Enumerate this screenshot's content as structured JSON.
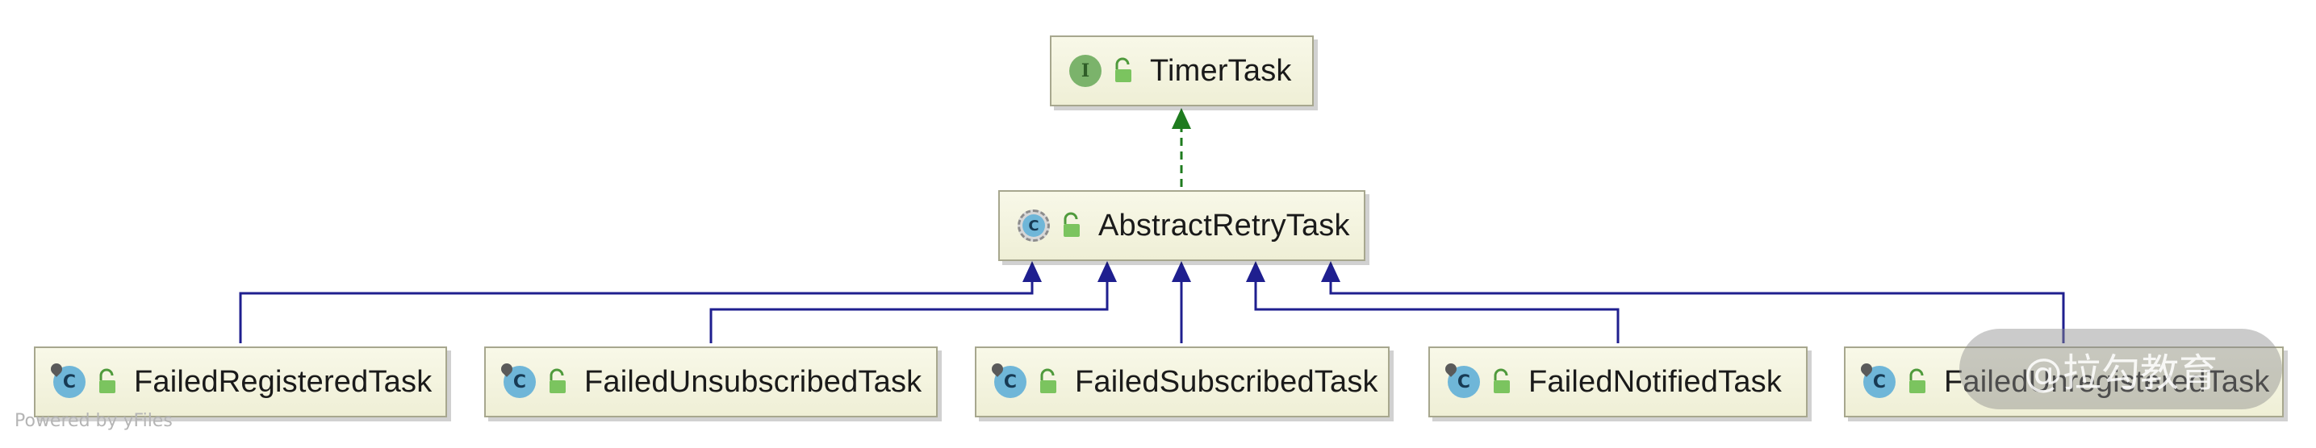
{
  "nodes": {
    "timer_task": {
      "kind": "interface",
      "badge": "I",
      "label": "TimerTask"
    },
    "abstract_retry_task": {
      "kind": "abstract-class",
      "badge": "C",
      "label": "AbstractRetryTask"
    },
    "failed_registered_task": {
      "kind": "class",
      "badge": "C",
      "label": "FailedRegisteredTask"
    },
    "failed_unsubscribed_task": {
      "kind": "class",
      "badge": "C",
      "label": "FailedUnsubscribedTask"
    },
    "failed_subscribed_task": {
      "kind": "class",
      "badge": "C",
      "label": "FailedSubscribedTask"
    },
    "failed_notified_task": {
      "kind": "class",
      "badge": "C",
      "label": "FailedNotifiedTask"
    },
    "failed_unregistered_task": {
      "kind": "class",
      "badge": "C",
      "label": "FailedUnregisteredTask"
    }
  },
  "relations": [
    {
      "from": "abstract_retry_task",
      "to": "timer_task",
      "type": "implements",
      "style": "dashed",
      "color": "#1e7b1e"
    },
    {
      "from": "failed_registered_task",
      "to": "abstract_retry_task",
      "type": "extends",
      "style": "solid",
      "color": "#1f1f8f"
    },
    {
      "from": "failed_unsubscribed_task",
      "to": "abstract_retry_task",
      "type": "extends",
      "style": "solid",
      "color": "#1f1f8f"
    },
    {
      "from": "failed_subscribed_task",
      "to": "abstract_retry_task",
      "type": "extends",
      "style": "solid",
      "color": "#1f1f8f"
    },
    {
      "from": "failed_notified_task",
      "to": "abstract_retry_task",
      "type": "extends",
      "style": "solid",
      "color": "#1f1f8f"
    },
    {
      "from": "failed_unregistered_task",
      "to": "abstract_retry_task",
      "type": "extends",
      "style": "solid",
      "color": "#1f1f8f"
    }
  ],
  "icons": {
    "interface": "interface-badge-icon",
    "class": "class-badge-icon",
    "abstract-class": "abstract-class-badge-icon",
    "visibility": "public-lock-icon"
  },
  "colors": {
    "node_fill": "#f3f3de",
    "node_border": "#a7a78e",
    "implements_edge": "#1e7b1e",
    "extends_edge": "#1f1f8f",
    "interface_badge": "#7bb36b",
    "class_badge": "#6fb6d8"
  },
  "footer": {
    "credit": "Powered by yFiles"
  },
  "watermark": {
    "text": "@拉勾教育"
  }
}
